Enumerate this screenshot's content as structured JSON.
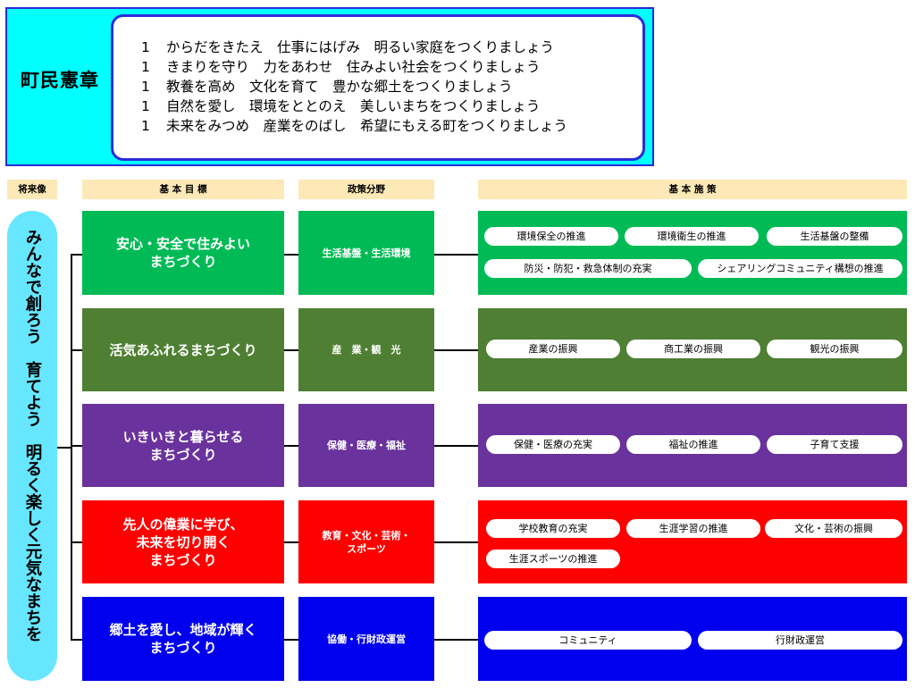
{
  "charter": {
    "title": "町民憲章",
    "lines": [
      {
        "num": "1",
        "text": "からだをきたえ　仕事にはげみ　明るい家庭をつくりましょう"
      },
      {
        "num": "1",
        "text": "きまりを守り　力をあわせ　住みよい社会をつくりましょう"
      },
      {
        "num": "1",
        "text": "教養を高め　文化を育て　豊かな郷土をつくりましょう"
      },
      {
        "num": "1",
        "text": "自然を愛し　環境をととのえ　美しいまちをつくりましょう"
      },
      {
        "num": "1",
        "text": "未来をみつめ　産業をのばし　希望にもえる町をつくりましょう"
      }
    ]
  },
  "headers": {
    "vision": "将来像",
    "goals": "基 本 目 標",
    "fields": "政策分野",
    "policies": "基 本 施 策"
  },
  "vision": "みんなで創ろう　育てよう　明るく楽しく元気なまちを",
  "rows": [
    {
      "goal": "安心・安全で住みよい\nまちづくり",
      "field": "生活基盤・生活環境",
      "color": "#00bb55",
      "policies": [
        "環境保全の推進",
        "環境衛生の推進",
        "生活基盤の整備",
        "防災・防犯・救急体制の充実",
        "シェアリングコミュニティ構想の推進"
      ]
    },
    {
      "goal": "活気あふれるまちづくり",
      "field": "産　業・観　光",
      "color": "#4f7f33",
      "policies": [
        "産業の振興",
        "商工業の振興",
        "観光の振興"
      ]
    },
    {
      "goal": "いきいきと暮らせる\nまちづくり",
      "field": "保健・医療・福祉",
      "color": "#6a329c",
      "policies": [
        "保健・医療の充実",
        "福祉の推進",
        "子育て支援"
      ]
    },
    {
      "goal": "先人の偉業に学び、\n未来を切り開く\nまちづくり",
      "field": "教育・文化・芸術・\nスポーツ",
      "color": "#ff0000",
      "policies": [
        "学校教育の充実",
        "生涯学習の推進",
        "文化・芸術の振興",
        "生涯スポーツの推進"
      ]
    },
    {
      "goal": "郷土を愛し、地域が輝く\nまちづくり",
      "field": "協働・行財政運営",
      "color": "#0000ee",
      "policies": [
        "コミュニティ",
        "行財政運営"
      ]
    }
  ]
}
